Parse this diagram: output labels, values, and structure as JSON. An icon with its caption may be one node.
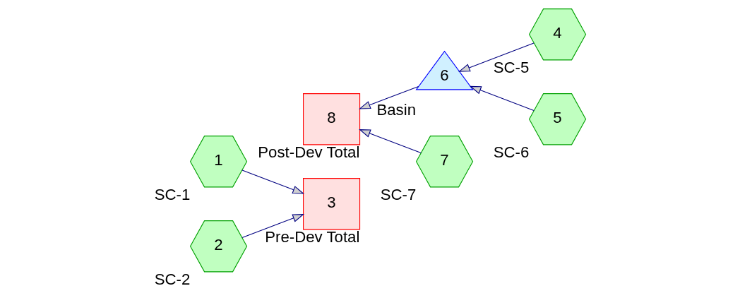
{
  "diagram": {
    "nodes": [
      {
        "text": [
          "1"
        ],
        "beside": [
          "SC-1"
        ]
      },
      {
        "text": [
          "2"
        ],
        "beside": [
          "SC-2"
        ]
      },
      {
        "text": [
          "3"
        ],
        "beside": [
          "Pre-Dev Total"
        ]
      },
      {
        "text": [
          "4"
        ],
        "beside": [
          "SC-5"
        ]
      },
      {
        "text": [
          "5"
        ],
        "beside": [
          "SC-6"
        ]
      },
      {
        "text": [
          "6"
        ],
        "beside": [
          "Basin"
        ]
      },
      {
        "text": [
          "7"
        ],
        "beside": [
          "SC-7"
        ]
      },
      {
        "text": [
          "8"
        ],
        "beside": [
          "Post-Dev Total"
        ]
      }
    ],
    "edges": [
      {
        "from": 0,
        "to": 2,
        "arrow": "to"
      },
      {
        "from": 1,
        "to": 2,
        "arrow": "to"
      },
      {
        "from": 3,
        "to": 5,
        "arrow": "to"
      },
      {
        "from": 4,
        "to": 5,
        "arrow": "to"
      },
      {
        "from": 5,
        "to": 7,
        "arrow": "to"
      },
      {
        "from": 6,
        "to": 7,
        "arrow": "to"
      }
    ]
  }
}
